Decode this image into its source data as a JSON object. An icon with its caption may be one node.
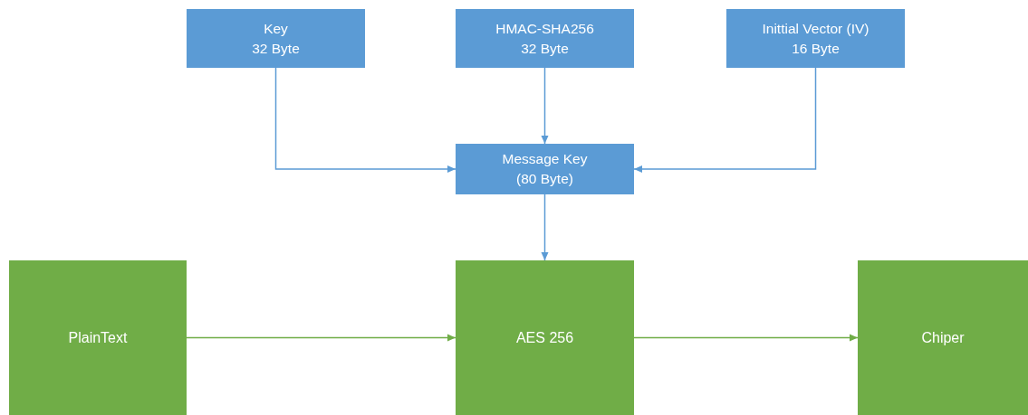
{
  "diagram": {
    "nodes": [
      {
        "text": [
          "Key",
          "32 Byte"
        ]
      },
      {
        "text": [
          "HMAC-SHA256",
          "32 Byte"
        ]
      },
      {
        "text": [
          "Inittial Vector (IV)",
          "16 Byte"
        ]
      },
      {
        "text": [
          "Message Key",
          "(80 Byte)"
        ]
      },
      {
        "text": [
          "PlainText"
        ]
      },
      {
        "text": [
          "AES 256"
        ]
      },
      {
        "text": [
          "Chiper"
        ]
      }
    ],
    "edges": [
      {
        "from": 0,
        "to": 3,
        "arrow": "to"
      },
      {
        "from": 1,
        "to": 3,
        "arrow": "to"
      },
      {
        "from": 2,
        "to": 3,
        "arrow": "to"
      },
      {
        "from": 3,
        "to": 5,
        "arrow": "to"
      },
      {
        "from": 4,
        "to": 5,
        "arrow": "to",
        "color": "#70ad47"
      },
      {
        "from": 5,
        "to": 6,
        "arrow": "to",
        "color": "#70ad47"
      }
    ]
  }
}
